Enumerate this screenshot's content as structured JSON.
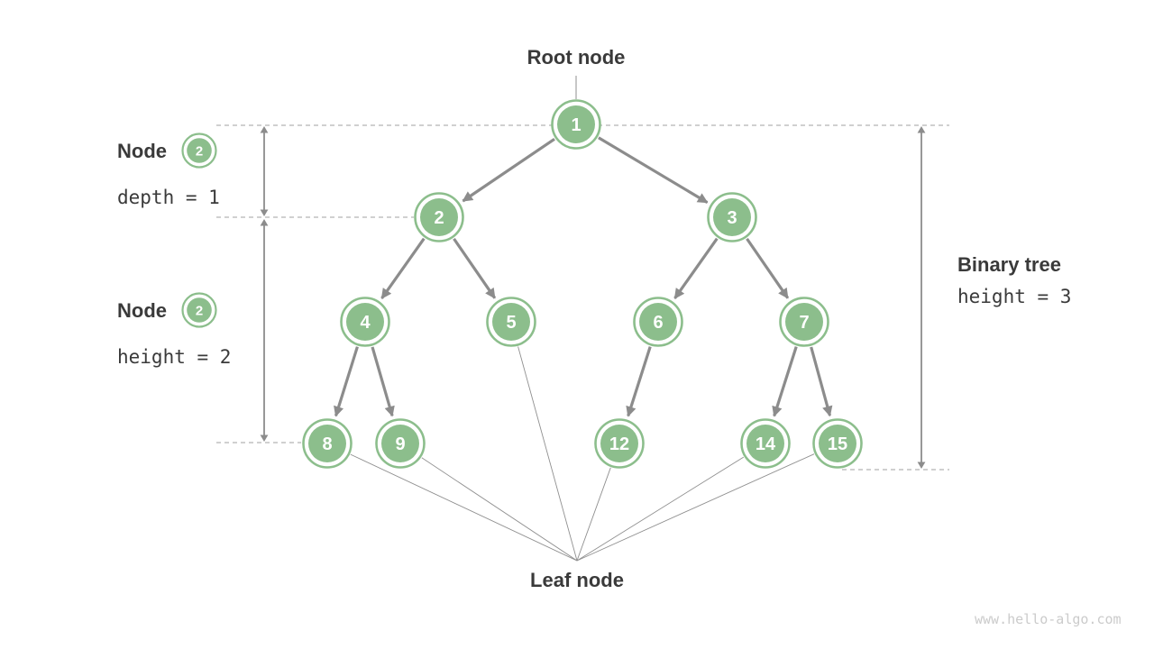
{
  "colors": {
    "node_green": "#8CBE8C",
    "edge_gray": "#8C8C8C",
    "guide_gray": "#B3B3B3",
    "text_dark": "#3A3A3A",
    "watermark_gray": "#CBCBCB"
  },
  "labels": {
    "root_node": "Root node",
    "leaf_node": "Leaf node",
    "watermark": "www.hello-algo.com"
  },
  "annotations": {
    "depth": {
      "label": "Node",
      "badge": "2",
      "metric": "depth = 1"
    },
    "height": {
      "label": "Node",
      "badge": "2",
      "metric": "height = 2"
    },
    "tree": {
      "label": "Binary tree",
      "metric": "height = 3"
    }
  },
  "tree": {
    "nodes": [
      {
        "value": "1"
      },
      {
        "value": "2"
      },
      {
        "value": "3"
      },
      {
        "value": "4"
      },
      {
        "value": "5"
      },
      {
        "value": "6"
      },
      {
        "value": "7"
      },
      {
        "value": "8"
      },
      {
        "value": "9"
      },
      {
        "value": "12"
      },
      {
        "value": "14"
      },
      {
        "value": "15"
      }
    ],
    "edges": [
      [
        "1",
        "2"
      ],
      [
        "1",
        "3"
      ],
      [
        "2",
        "4"
      ],
      [
        "2",
        "5"
      ],
      [
        "3",
        "6"
      ],
      [
        "3",
        "7"
      ],
      [
        "4",
        "8"
      ],
      [
        "4",
        "9"
      ],
      [
        "6",
        "12"
      ],
      [
        "7",
        "14"
      ],
      [
        "7",
        "15"
      ]
    ],
    "leaves": [
      "8",
      "9",
      "5",
      "12",
      "14",
      "15"
    ]
  }
}
